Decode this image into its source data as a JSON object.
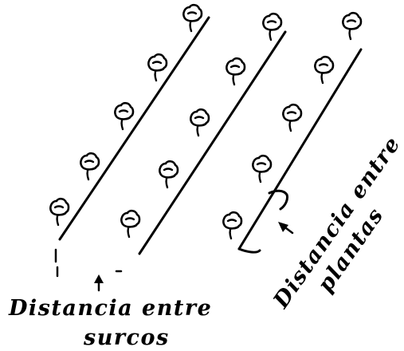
{
  "labels": {
    "row_spacing_line1": "Distancia entre",
    "row_spacing_line2": "surcos",
    "plant_spacing_line1": "Distancia entre",
    "plant_spacing_line2": "plantas"
  }
}
